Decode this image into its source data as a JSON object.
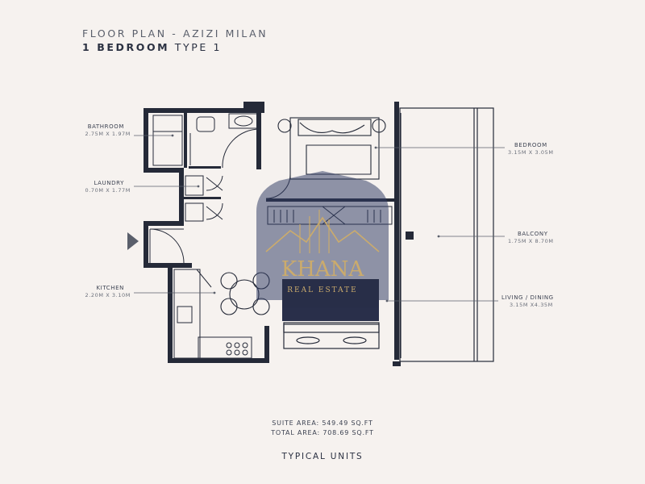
{
  "header": {
    "title": "FLOOR PLAN - AZIZI MILAN",
    "subtitle_bold": "1 BEDROOM",
    "subtitle_rest": " TYPE 1"
  },
  "rooms": {
    "bathroom": {
      "name": "BATHROOM",
      "dims": "2.75M X 1.97M"
    },
    "laundry": {
      "name": "LAUNDRY",
      "dims": "0.70M X 1.77M"
    },
    "kitchen": {
      "name": "KITCHEN",
      "dims": "2.20M X 3.10M"
    },
    "bedroom": {
      "name": "BEDROOM",
      "dims": "3.15M X 3.05M"
    },
    "balcony": {
      "name": "BALCONY",
      "dims": "1.75M X 8.70M"
    },
    "living": {
      "name": "LIVING / DINING",
      "dims": "3.15M X4.35M"
    }
  },
  "areas": {
    "suite": "SUITE AREA: 549.49 SQ.FT",
    "total": "TOTAL AREA: 708.69 SQ.FT"
  },
  "footer": {
    "typical": "TYPICAL UNITS"
  },
  "watermark": {
    "brand": "KHANA",
    "tagline": "REAL ESTATE"
  },
  "colors": {
    "wall": "#252a38",
    "background": "#f6f2ef",
    "watermark_gold": "#c9a865",
    "watermark_navy": "#1d2440"
  }
}
